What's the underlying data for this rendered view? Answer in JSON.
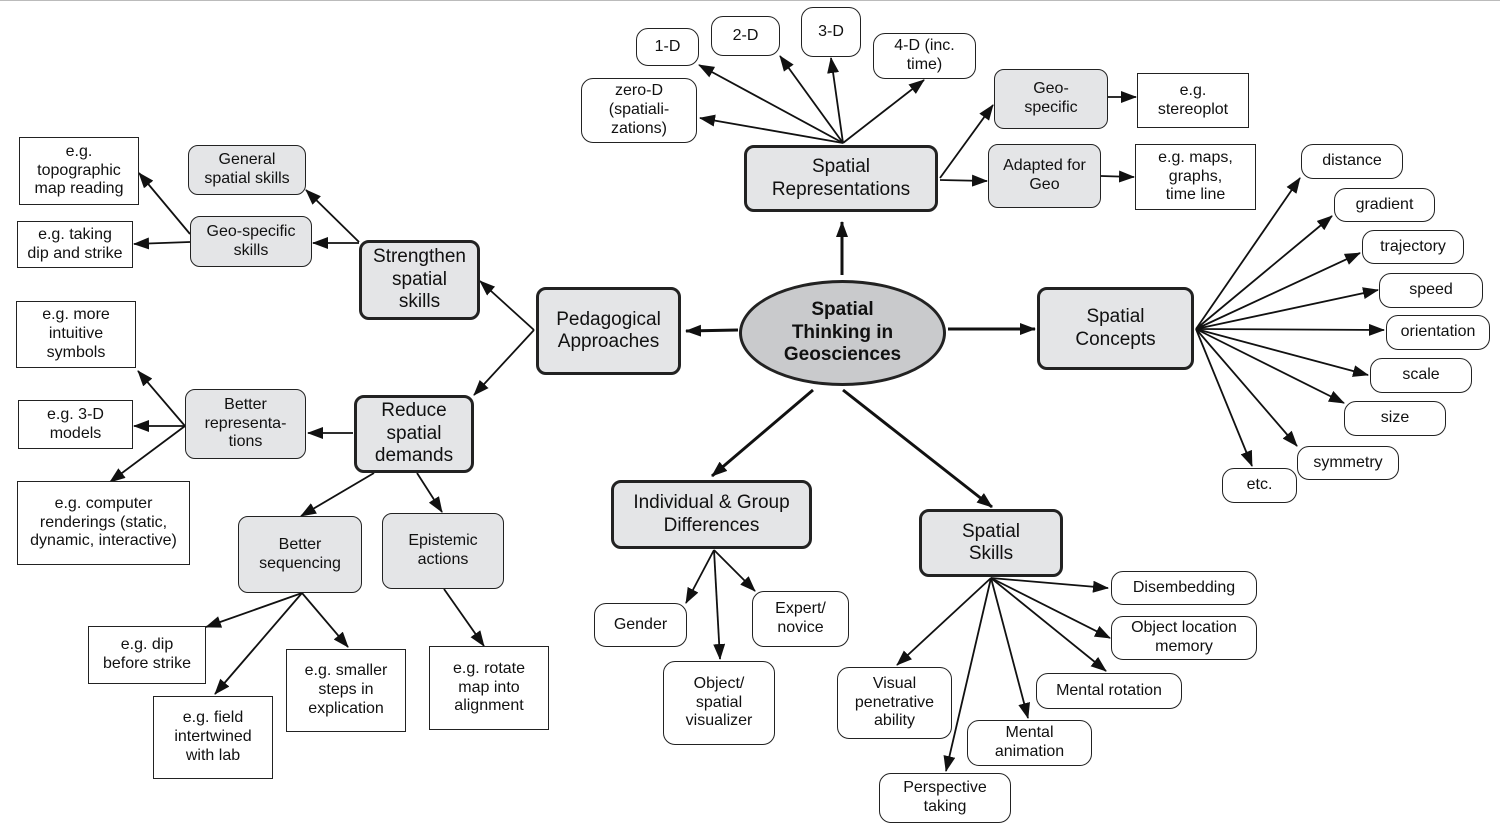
{
  "diagram": {
    "center": "Spatial\nThinking in\nGeosciences",
    "spatial_representations": {
      "label": "Spatial\nRepresentations",
      "dims": {
        "zero_d": "zero-D\n(spatiali-\nzations)",
        "one_d": "1-D",
        "two_d": "2-D",
        "three_d": "3-D",
        "four_d": "4-D (inc.\ntime)"
      },
      "geo_specific": "Geo-\nspecific",
      "stereoplot": "e.g.\nstereoplot",
      "adapted": "Adapted for\nGeo",
      "maps": "e.g. maps,\ngraphs,\ntime line"
    },
    "spatial_concepts": {
      "label": "Spatial\nConcepts",
      "items": {
        "distance": "distance",
        "gradient": "gradient",
        "trajectory": "trajectory",
        "speed": "speed",
        "orientation": "orientation",
        "scale": "scale",
        "size": "size",
        "symmetry": "symmetry",
        "etc": "etc."
      }
    },
    "spatial_skills": {
      "label": "Spatial\nSkills",
      "items": {
        "disembedding": "Disembedding",
        "object_location": "Object location\nmemory",
        "mental_rotation": "Mental rotation",
        "mental_animation": "Mental\nanimation",
        "perspective": "Perspective\ntaking",
        "visual_penetrative": "Visual\npenetrative\nability"
      }
    },
    "differences": {
      "label": "Individual & Group\nDifferences",
      "gender": "Gender",
      "object_spatial": "Object/\nspatial\nvisualizer",
      "expert": "Expert/\nnovice"
    },
    "pedagogical": {
      "label": "Pedagogical\nApproaches",
      "strengthen": {
        "label": "Strengthen\nspatial\nskills",
        "general": "General\nspatial  skills",
        "geo_specific": "Geo-specific\nskills",
        "topographic": "e.g.\ntopographic\nmap reading",
        "dip_strike": "e.g. taking\ndip and strike"
      },
      "reduce": {
        "label": "Reduce\nspatial\ndemands",
        "better_repr": "Better\nrepresenta-\ntions",
        "intuitive": "e.g. more\nintuitive\nsymbols",
        "models_3d": "e.g. 3-D\nmodels",
        "renderings": "e.g. computer\nrenderings (static,\ndynamic, interactive)",
        "sequencing": "Better\nsequencing",
        "dip_before": "e.g. dip\nbefore strike",
        "smaller_steps": "e.g. smaller\nsteps in\nexplication",
        "field_lab": "e.g. field\nintertwined\nwith lab",
        "epistemic": "Epistemic\nactions",
        "rotate_map": "e.g. rotate\nmap into\nalignment"
      }
    }
  }
}
